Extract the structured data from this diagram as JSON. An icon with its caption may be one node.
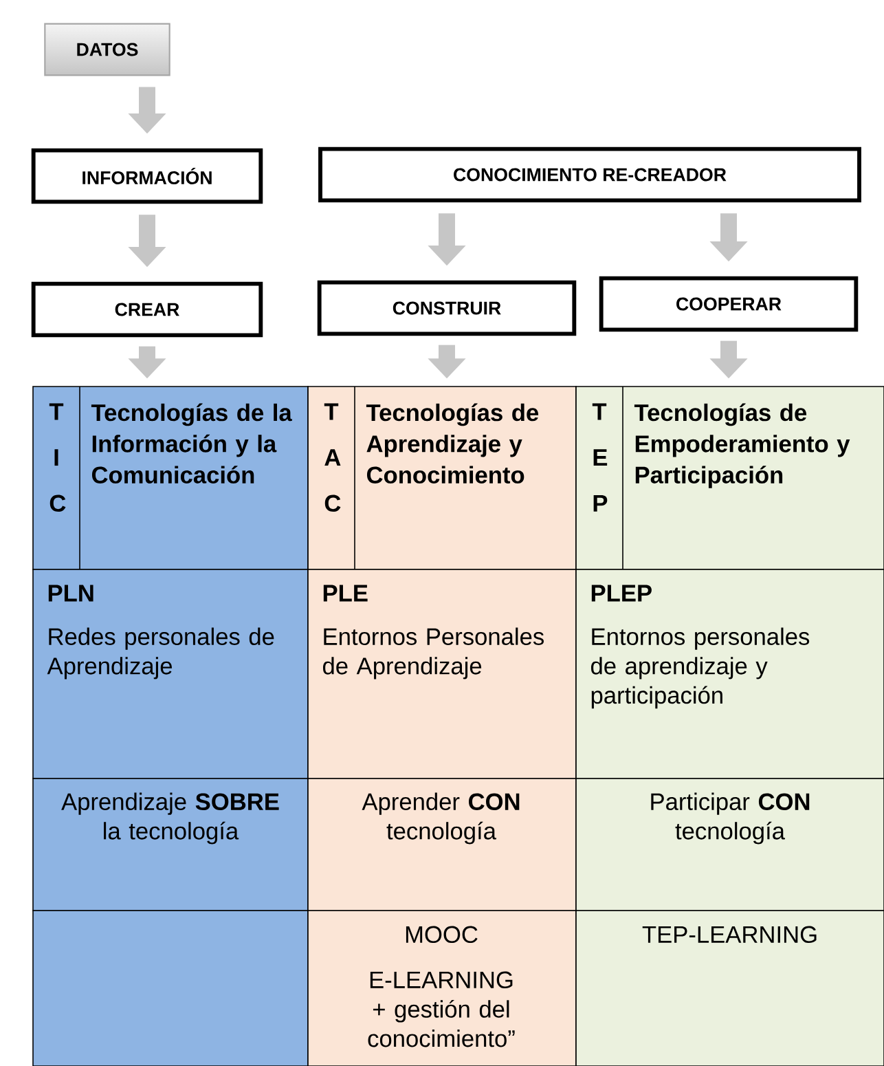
{
  "diagram": {
    "nodes": [
      {
        "text": [
          "DATOS"
        ]
      },
      {
        "text": [
          "INFORMACIÓN"
        ]
      },
      {
        "text": [
          "CONOCIMIENTO RE-CREADOR"
        ]
      },
      {
        "text": [
          "CREAR"
        ]
      },
      {
        "text": [
          "CONSTRUIR"
        ]
      },
      {
        "text": [
          "COOPERAR"
        ]
      },
      {
        "text": [
          "T I C",
          "Tecnologías de la Información y la Comunicación"
        ]
      },
      {
        "text": [
          "T A C",
          "Tecnologías de Aprendizaje y Conocimiento"
        ]
      },
      {
        "text": [
          "T E P",
          "Tecnologías de Empoderamiento y Participación"
        ]
      }
    ],
    "edges": [
      {
        "from": 0,
        "to": 1,
        "arrow": "to"
      },
      {
        "from": 1,
        "to": 3,
        "arrow": "to"
      },
      {
        "from": 2,
        "to": 4,
        "arrow": "to"
      },
      {
        "from": 2,
        "to": 5,
        "arrow": "to"
      },
      {
        "from": 3,
        "to": 6,
        "arrow": "to"
      },
      {
        "from": 4,
        "to": 7,
        "arrow": "to"
      },
      {
        "from": 5,
        "to": 8,
        "arrow": "to"
      }
    ],
    "labels": [
      "PLN",
      "Redes personales de Aprendizaje",
      "PLE",
      "Entornos Personales de Aprendizaje",
      "PLEP",
      "Entornos personales de aprendizaje y participación",
      "Aprendizaje **SOBRE** la tecnología",
      "Aprender **CON** tecnología",
      "Participar **CON** tecnología",
      "MOOC",
      "E-LEARNING + gestión del conocimiento”",
      "TEP-LEARNING"
    ]
  }
}
